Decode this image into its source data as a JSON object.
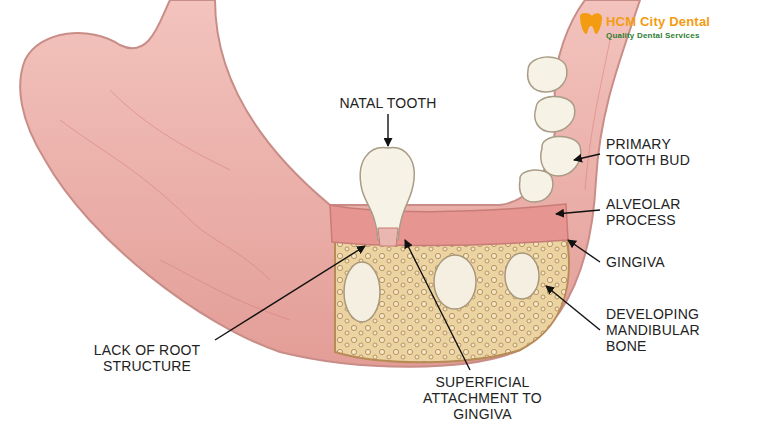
{
  "diagram": {
    "labels": [
      "NATAL TOOTH",
      "PRIMARY TOOTH BUD",
      "ALVEOLAR PROCESS",
      "GINGIVA",
      "DEVELOPING MANDIBULAR BONE",
      "LACK OF ROOT STRUCTURE",
      "SUPERFICIAL ATTACHMENT TO GINGIVA",
      "HCM City Dental",
      "Quality Dental Services"
    ]
  }
}
